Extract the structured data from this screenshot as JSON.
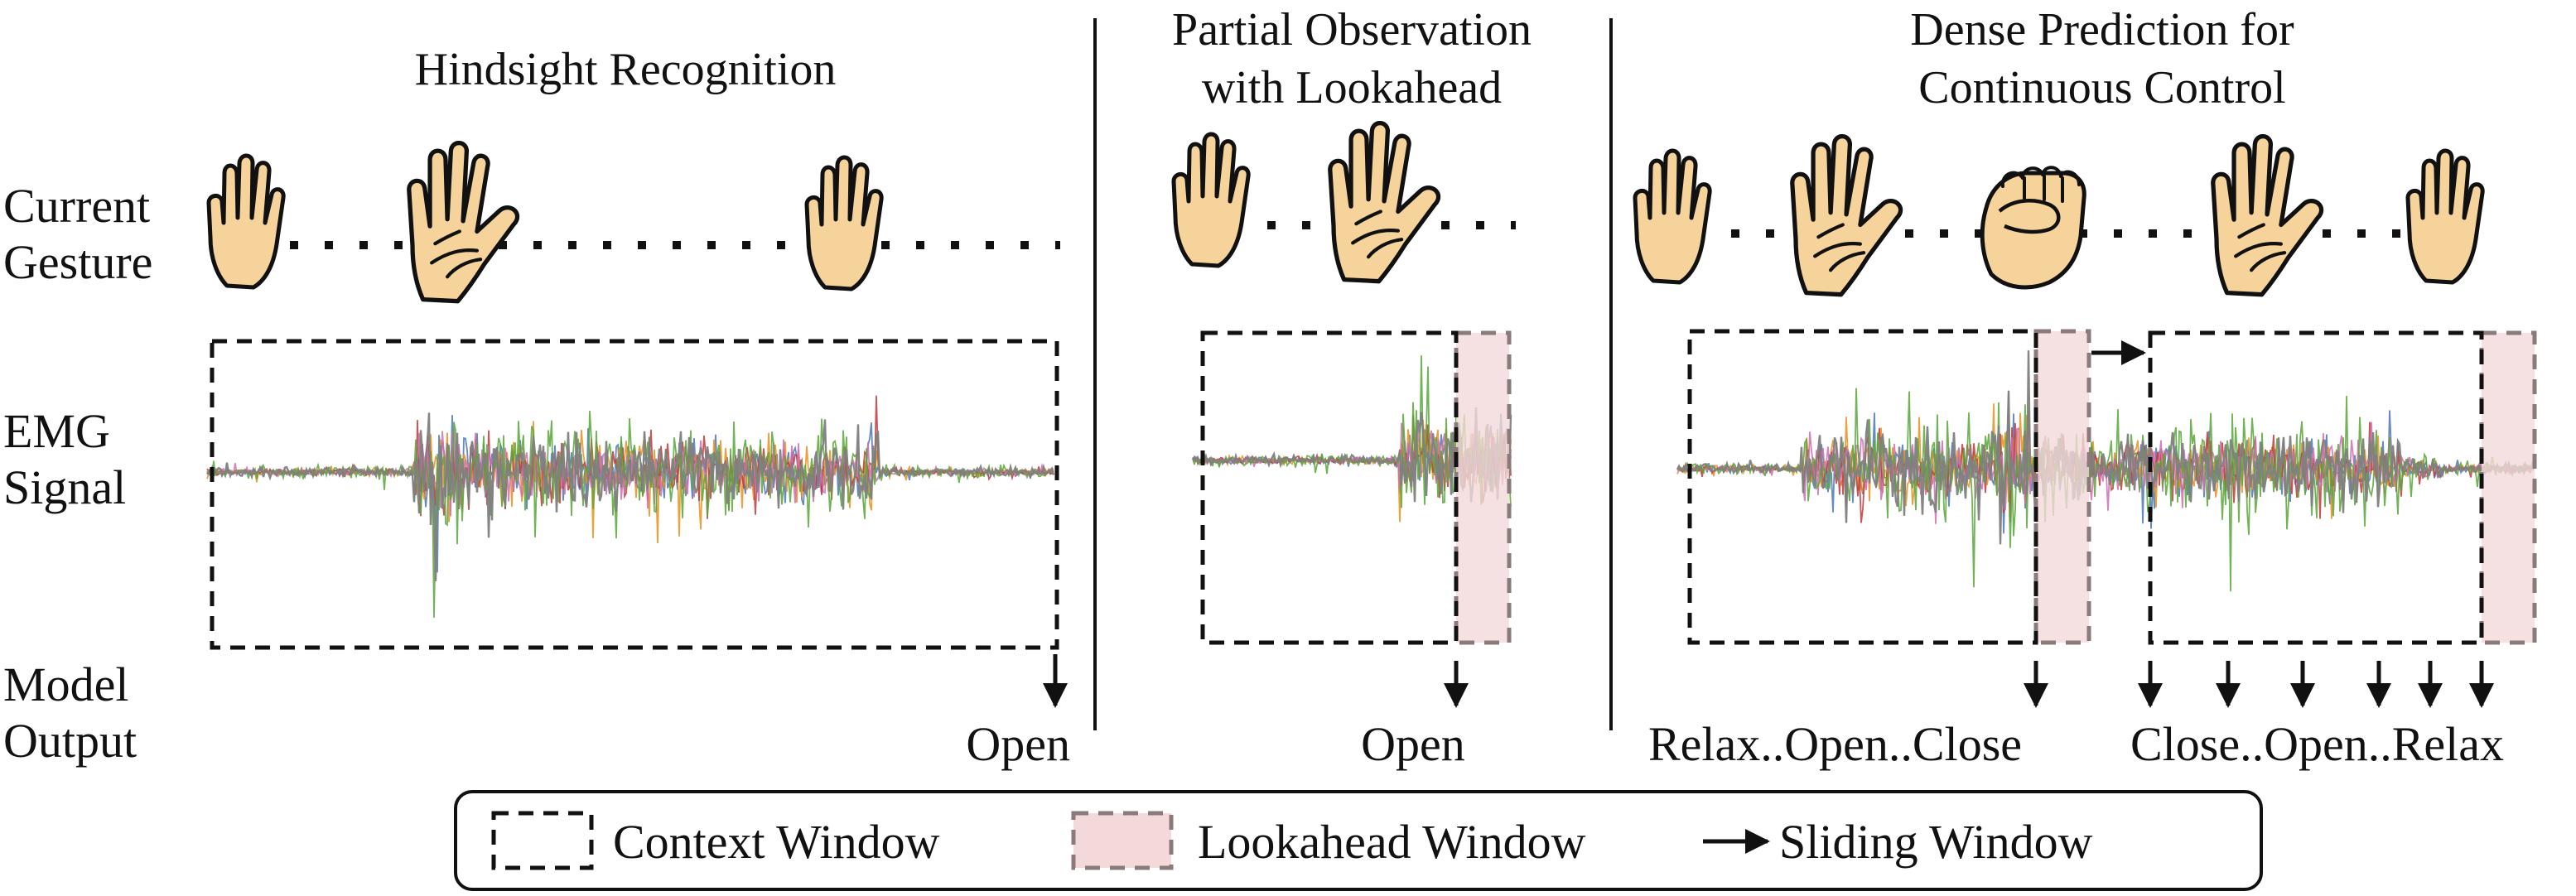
{
  "panels": [
    {
      "id": "hindsight",
      "title_lines": [
        "Hindsight Recognition"
      ],
      "outputs": [
        "Open"
      ]
    },
    {
      "id": "partial",
      "title_lines": [
        "Partial Observation",
        "with Lookahead"
      ],
      "outputs": [
        "Open"
      ]
    },
    {
      "id": "dense",
      "title_lines": [
        "Dense Prediction for",
        "Continuous Control"
      ],
      "outputs": [
        "Relax..Open..Close",
        "Close..Open..Relax"
      ]
    }
  ],
  "row_labels": {
    "current_gesture": [
      "Current",
      "Gesture"
    ],
    "emg_signal": [
      "EMG",
      "Signal"
    ],
    "model_output": [
      "Model",
      "Output"
    ]
  },
  "legend": {
    "context": "Context  Window",
    "lookahead": "Lookahead Window",
    "sliding": "Sliding Window"
  },
  "gestures": {
    "hindsight": [
      "relaxed-hand",
      "open-hand",
      "relaxed-hand"
    ],
    "partial": [
      "relaxed-hand",
      "open-hand"
    ],
    "dense": [
      "relaxed-hand",
      "open-hand",
      "fist",
      "open-hand",
      "relaxed-hand"
    ]
  },
  "colors": {
    "skin": "#f6d39a",
    "outline": "#111111",
    "lookahead_fill": "#f3d9d9",
    "lookahead_stroke": "#8a7a7a",
    "signal_gray": "#7f7f7f",
    "signal_green": "#5aa63b",
    "signal_red": "#c0393b",
    "signal_orange": "#e8901f",
    "signal_pink": "#d06fb0",
    "signal_blue": "#4a77b8"
  }
}
